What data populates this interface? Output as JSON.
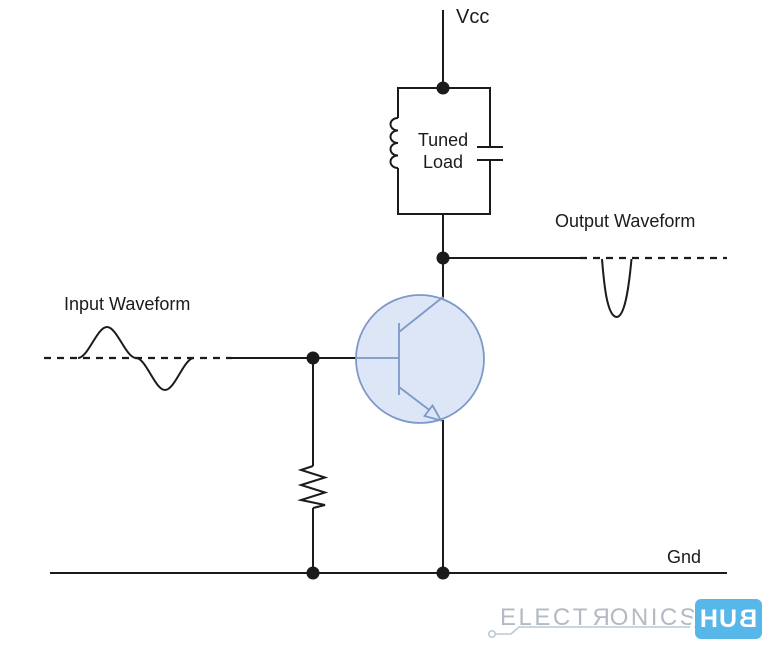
{
  "diagram": {
    "labels": {
      "vcc": "Vcc",
      "tuned_load_line1": "Tuned",
      "tuned_load_line2": "Load",
      "input_waveform": "Input Waveform",
      "output_waveform": "Output Waveform",
      "gnd": "Gnd"
    },
    "components": {
      "transistor": "npn-bjt",
      "load": "parallel-lc-tuned-load",
      "base_resistor": "resistor-to-ground"
    }
  },
  "logo": {
    "brand_part1": "ELECT",
    "brand_part2": "R",
    "brand_part3": "ONICS",
    "suffix_part1": "HU",
    "suffix_part2": "B"
  },
  "colors": {
    "wire": "#1b1b1b",
    "transistor_stroke": "#7d99c8",
    "transistor_fill": "#dce6f6",
    "logo_gray": "#b3bac3",
    "logo_blue": "#58b7e9",
    "logo_trace": "#bcc9d4"
  }
}
